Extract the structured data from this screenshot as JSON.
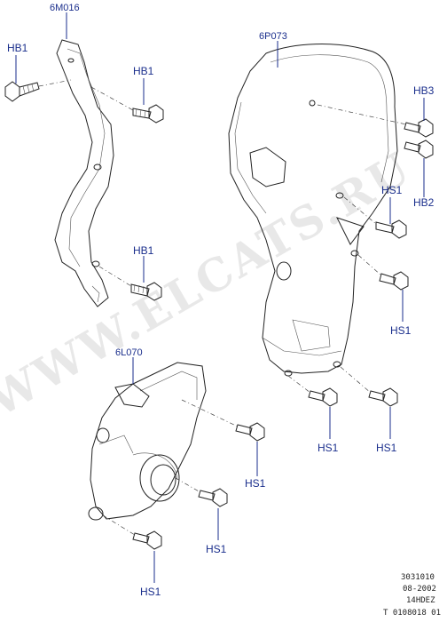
{
  "watermark": "WWW.ELCATS.RU",
  "parts": {
    "bracket_code": "6M016",
    "cover_upper_code": "6P073",
    "cover_lower_code": "6L070"
  },
  "fasteners": {
    "hb1_a": "HB1",
    "hb1_b": "HB1",
    "hb1_c": "HB1",
    "hb3": "HB3",
    "hb2": "HB2",
    "hs1_a": "HS1",
    "hs1_b": "HS1",
    "hs1_c": "HS1",
    "hs1_d": "HS1",
    "hs1_e": "HS1",
    "hs1_f": "HS1",
    "hs1_g": "HS1"
  },
  "reference": {
    "line1": "3031010",
    "line2": "08-2002",
    "line3": "14HDEZ",
    "line4": "T 0108018 01"
  },
  "colors": {
    "label": "#1a2e8c",
    "line": "#222222",
    "watermark": "#e8e8e8"
  }
}
